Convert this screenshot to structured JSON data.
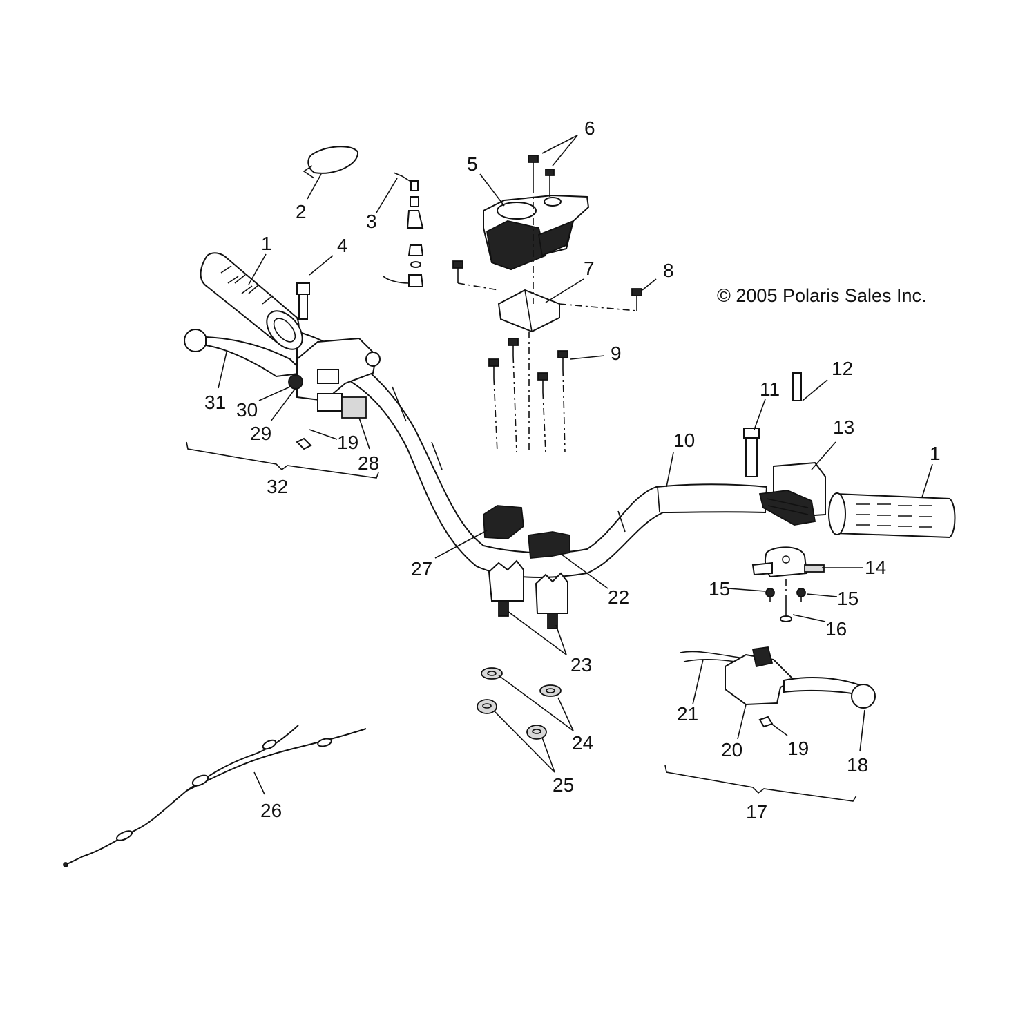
{
  "copyright": "© 2005 Polaris Sales Inc.",
  "labels": {
    "l1a": "1",
    "l1b": "1",
    "l2": "2",
    "l3": "3",
    "l4": "4",
    "l5": "5",
    "l6": "6",
    "l7": "7",
    "l8": "8",
    "l9": "9",
    "l10": "10",
    "l11": "11",
    "l12": "12",
    "l13": "13",
    "l14": "14",
    "l15a": "15",
    "l15b": "15",
    "l16": "16",
    "l17": "17",
    "l18": "18",
    "l19a": "19",
    "l19b": "19",
    "l20": "20",
    "l21": "21",
    "l22": "22",
    "l23": "23",
    "l24": "24",
    "l25": "25",
    "l26": "26",
    "l27": "27",
    "l28": "28",
    "l29": "29",
    "l30": "30",
    "l31": "31",
    "l32": "32"
  }
}
